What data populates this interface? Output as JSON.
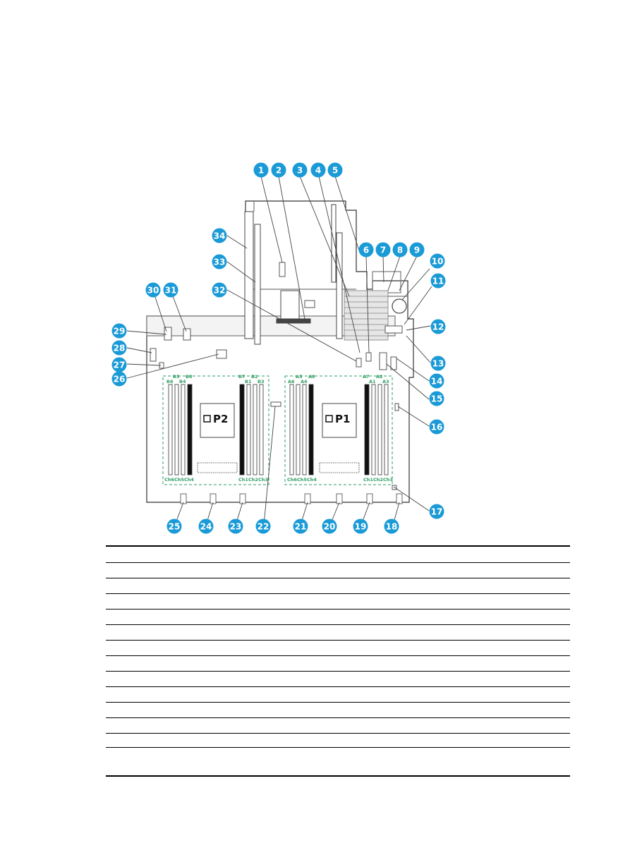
{
  "callouts": [
    "1",
    "2",
    "3",
    "4",
    "5",
    "6",
    "7",
    "8",
    "9",
    "10",
    "11",
    "12",
    "13",
    "14",
    "15",
    "16",
    "17",
    "18",
    "19",
    "20",
    "21",
    "22",
    "23",
    "24",
    "25",
    "26",
    "27",
    "28",
    "29",
    "30",
    "31",
    "32",
    "33",
    "34"
  ],
  "processors": {
    "p1": "P1",
    "p2": "P2"
  },
  "dimm_labels": {
    "p2_top": [
      "B6",
      "B5",
      "B4",
      "B8",
      "B7",
      "B1",
      "B2",
      "B3"
    ],
    "p1_top": [
      "A6",
      "A5",
      "A4",
      "A8",
      "A7",
      "A1",
      "A2",
      "A3"
    ],
    "p2_channels": [
      "Ch6",
      "Ch5",
      "Ch4",
      "Ch1",
      "Ch2",
      "Ch3"
    ],
    "p1_channels": [
      "Ch6",
      "Ch5",
      "Ch4",
      "Ch1",
      "Ch2",
      "Ch3"
    ]
  },
  "colors": {
    "callout": "#1a9ad6",
    "dimm_outline": "#2e9e63",
    "board": "#333333"
  },
  "table": {
    "rows": 14
  }
}
